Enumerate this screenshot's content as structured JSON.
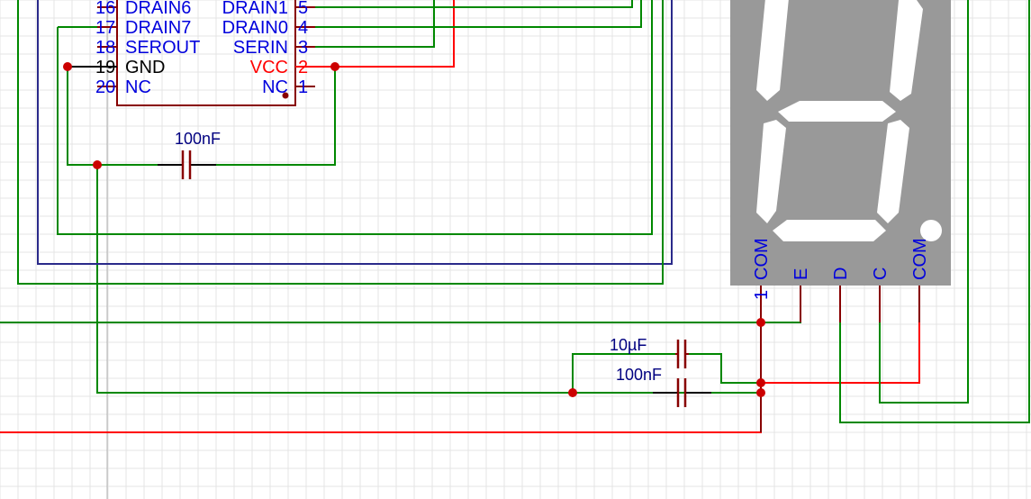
{
  "colors": {
    "background": "#ffffff",
    "grid": "#e4e4e4",
    "wire_green": "#008800",
    "wire_red": "#ff0000",
    "wire_blue": "#2a2a8a",
    "pin_dark_red": "#880000",
    "junction": "#cc0000",
    "text_blue": "#0000dd",
    "text_red": "#ff0000",
    "text_black": "#000000",
    "text_navy": "#000080",
    "display_body": "#999999",
    "segment": "#ffffff"
  },
  "ic": {
    "left_pins": [
      {
        "number": "16",
        "name": "DRAIN6"
      },
      {
        "number": "17",
        "name": "DRAIN7"
      },
      {
        "number": "18",
        "name": "SEROUT"
      },
      {
        "number": "19",
        "name": "GND"
      },
      {
        "number": "20",
        "name": "NC"
      }
    ],
    "right_pins": [
      {
        "number": "5",
        "name": "DRAIN1"
      },
      {
        "number": "4",
        "name": "DRAIN0"
      },
      {
        "number": "3",
        "name": "SERIN"
      },
      {
        "number": "2",
        "name": "VCC"
      },
      {
        "number": "1",
        "name": "NC"
      }
    ]
  },
  "capacitors": {
    "ic_decoupling": "100nF",
    "bulk": "10µF",
    "display_decoupling": "100nF"
  },
  "display": {
    "pins": [
      {
        "number": "1",
        "name": "COM"
      },
      {
        "number": "",
        "name": "E"
      },
      {
        "number": "",
        "name": "D"
      },
      {
        "number": "",
        "name": "C"
      },
      {
        "number": "",
        "name": "COM"
      }
    ]
  }
}
